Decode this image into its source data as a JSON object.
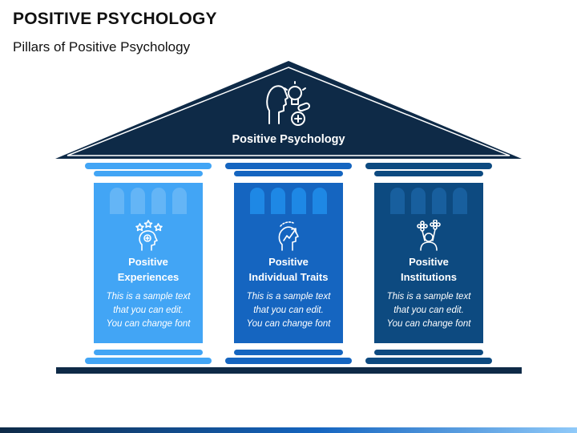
{
  "header": {
    "title": "POSITIVE PSYCHOLOGY",
    "subtitle": "Pillars of Positive Psychology"
  },
  "roof": {
    "label": "Positive Psychology",
    "icon": "psychology-mind-icon",
    "color": "#0e2a47"
  },
  "pillars": [
    {
      "title_line1": "Positive",
      "title_line2": "Experiences",
      "text_line1": "This is a sample text",
      "text_line2": "that you can edit.",
      "text_line3": "You can change font",
      "icon": "head-with-stars-icon",
      "color": "#42a5f5",
      "accent": "#64b5f6"
    },
    {
      "title_line1": "Positive",
      "title_line2": "Individual Traits",
      "text_line1": "This is a sample text",
      "text_line2": "that you can edit.",
      "text_line3": "You can change font",
      "icon": "head-with-growth-arrow-icon",
      "color": "#1565c0",
      "accent": "#1e88e5"
    },
    {
      "title_line1": "Positive",
      "title_line2": "Institutions",
      "text_line1": "This is a sample text",
      "text_line2": "that you can edit.",
      "text_line3": "You can change font",
      "icon": "person-with-flowers-icon",
      "color": "#0d4a80",
      "accent": "#185f9e"
    }
  ]
}
